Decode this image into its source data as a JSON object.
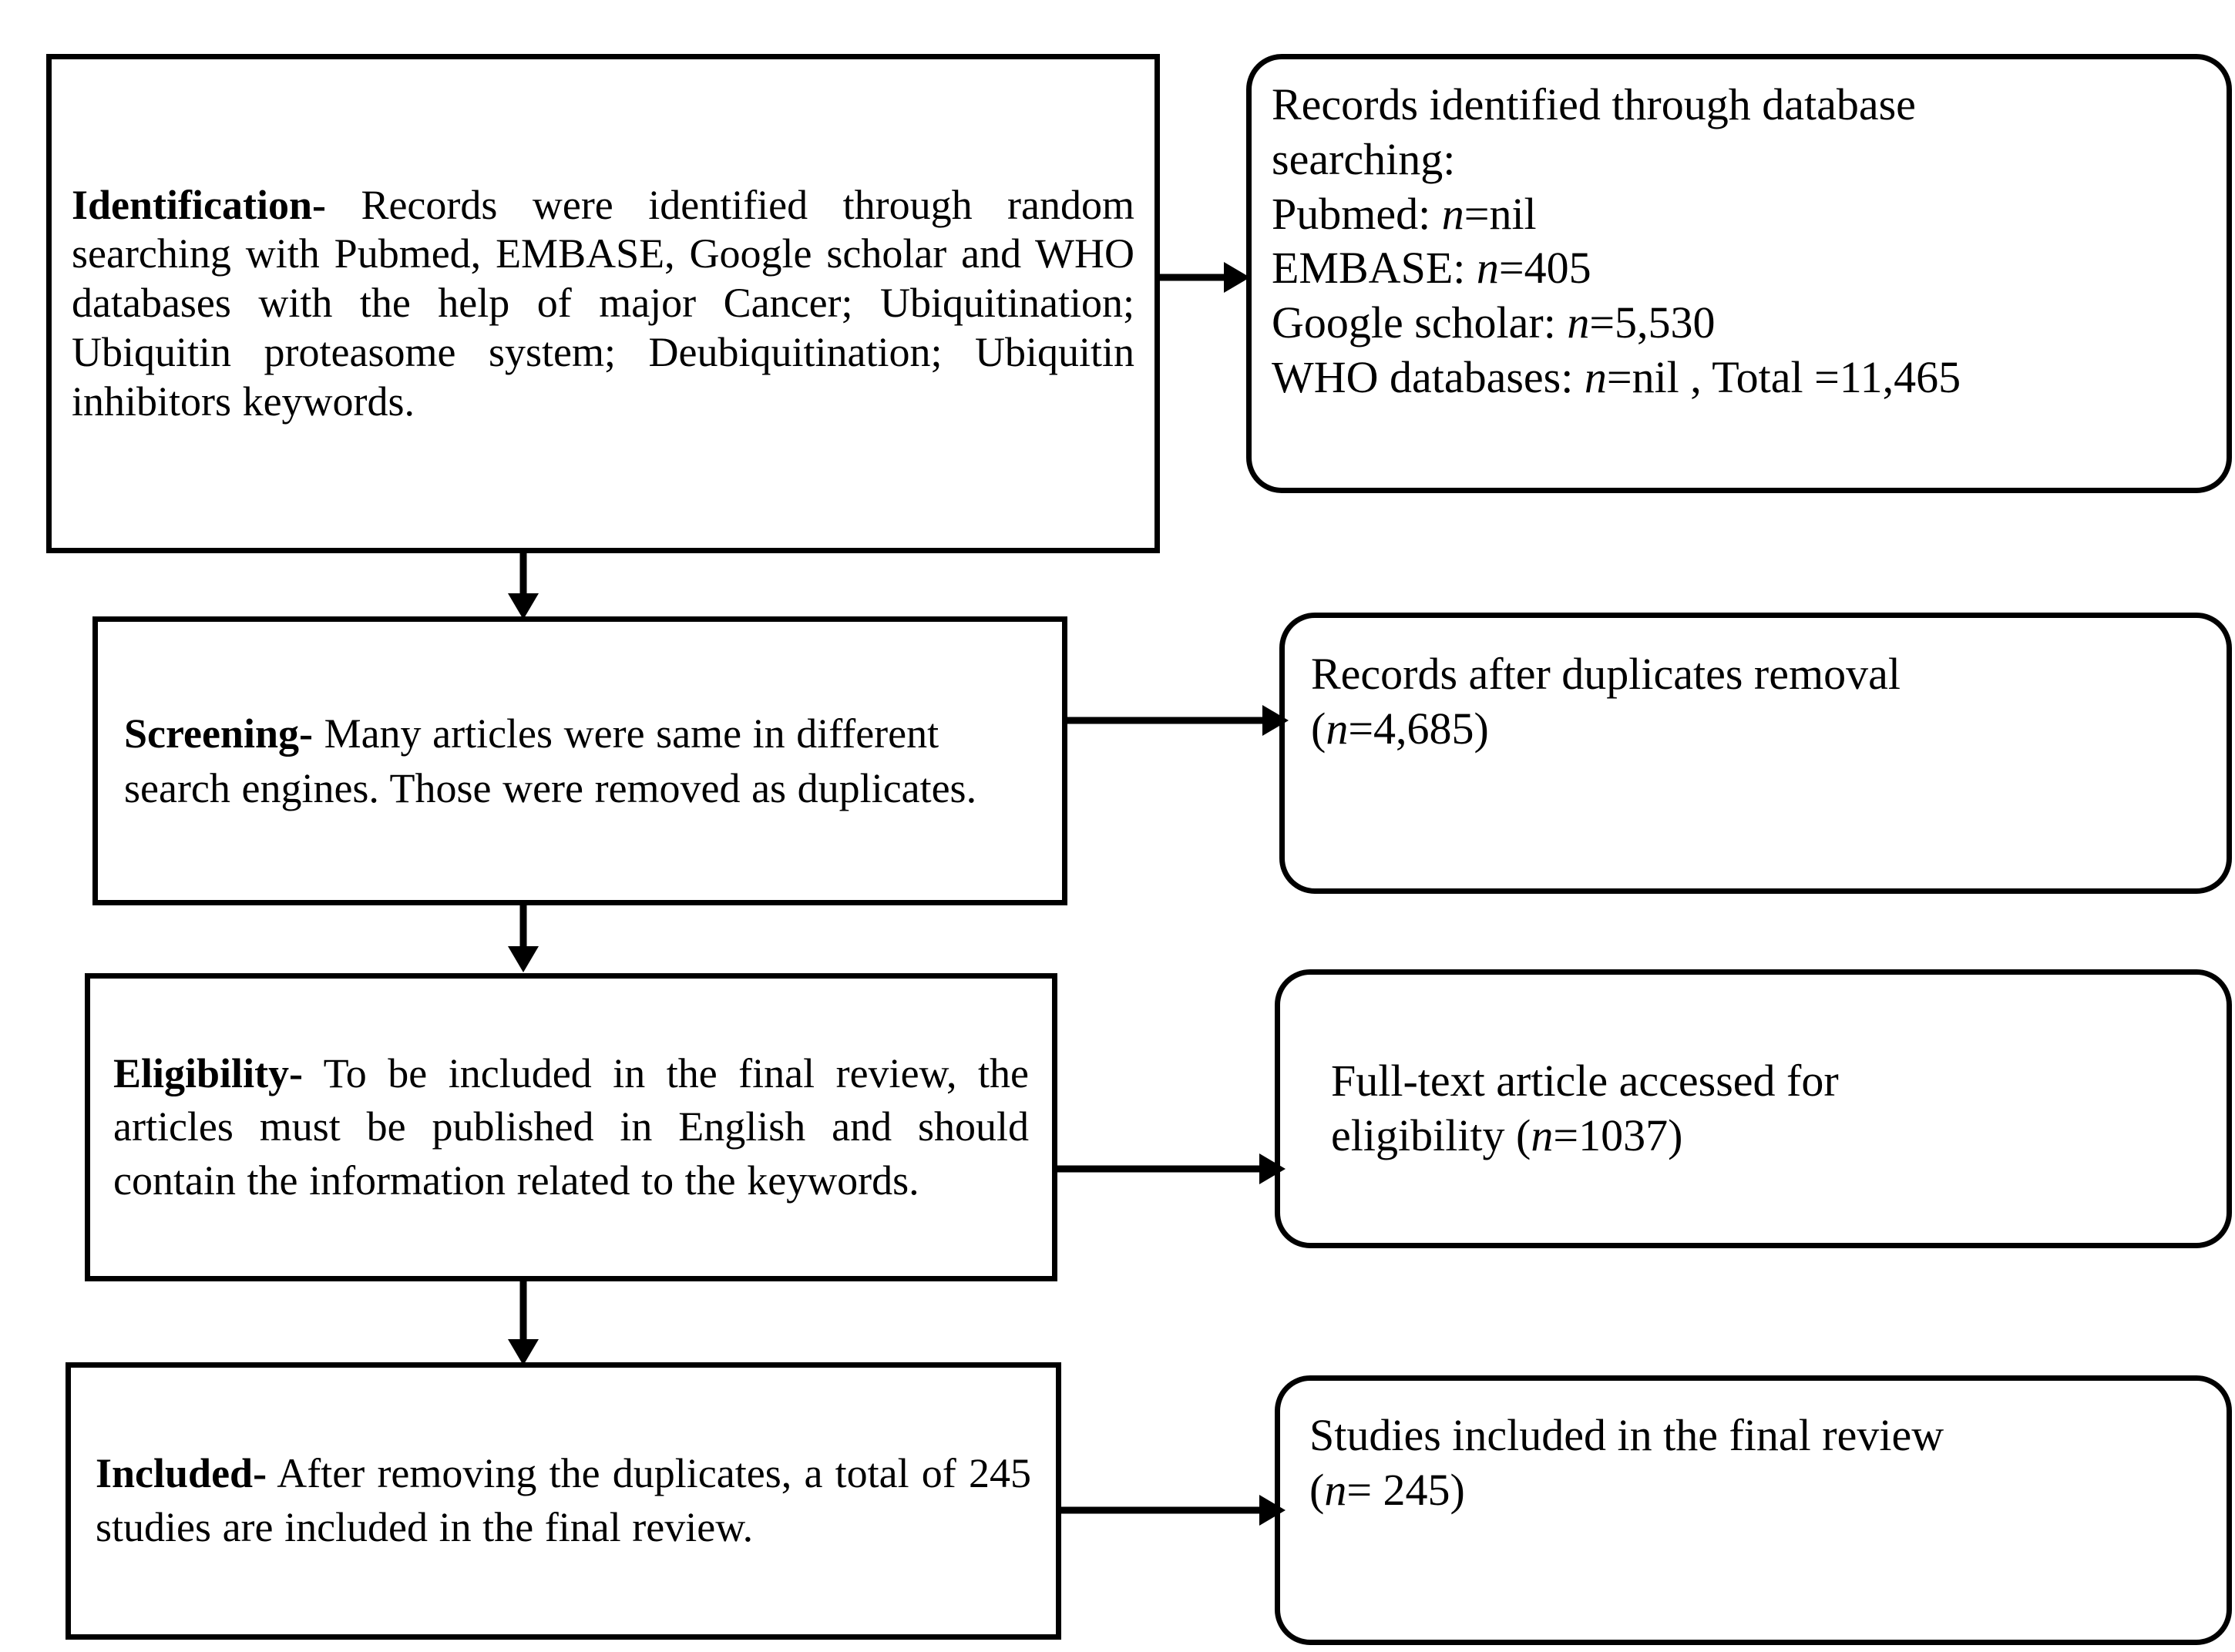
{
  "diagram": {
    "title": "PRISMA flow diagram of study selection",
    "type": "flowchart",
    "stroke_color": "#000000",
    "background_color": "#ffffff"
  },
  "stages": [
    {
      "id": "identification",
      "label": "Identification-",
      "body": " Records were identified through random searching with Pubmed, EMBASE, Google scholar and WHO databases with the help of major Cancer; Ubiquitination; Ubiquitin proteasome system; Deubiquitination; Ubiquitin inhibitors keywords."
    },
    {
      "id": "screening",
      "label": "Screening-",
      "body": " Many articles were same in different search engines. Those were removed as duplicates."
    },
    {
      "id": "eligibility",
      "label": "Eligibility-",
      "body": " To be included in the final review, the articles must be published in English and should contain the information related to the keywords."
    },
    {
      "id": "included",
      "label": "Included-",
      "body": " After removing the duplicates, a total of 245 studies are included in the final review."
    }
  ],
  "outcomes": [
    {
      "id": "records-identified",
      "lines": [
        {
          "pre": "Records identified through database",
          "n": "",
          "post": ""
        },
        {
          "pre": "searching:",
          "n": "",
          "post": ""
        },
        {
          "pre": "Pubmed: ",
          "n": "n",
          "post": "=nil"
        },
        {
          "pre": "EMBASE: ",
          "n": "n",
          "post": "=405"
        },
        {
          "pre": "Google scholar: ",
          "n": "n",
          "post": "=5,530"
        },
        {
          "pre": "WHO databases: ",
          "n": "n",
          "post": "=nil , Total =11,465"
        }
      ]
    },
    {
      "id": "records-after-duplicates",
      "lines": [
        {
          "pre": "Records after duplicates removal",
          "n": "",
          "post": ""
        },
        {
          "pre": "(",
          "n": "n",
          "post": "=4,685)"
        }
      ]
    },
    {
      "id": "full-text-assessed",
      "lines": [
        {
          "pre": "Full-text article accessed for",
          "n": "",
          "post": ""
        },
        {
          "pre": "eligibility (",
          "n": "n",
          "post": "=1037)"
        }
      ]
    },
    {
      "id": "studies-included",
      "lines": [
        {
          "pre": "Studies included in the final review",
          "n": "",
          "post": ""
        },
        {
          "pre": "(",
          "n": "n",
          "post": "= 245)"
        }
      ]
    }
  ],
  "counts": {
    "pubmed": "nil",
    "embase": "405",
    "google_scholar": "5,530",
    "who_databases": "nil",
    "total_identified": "11,465",
    "after_duplicates": "4,685",
    "full_text_assessed": "1037",
    "studies_included": "245"
  }
}
